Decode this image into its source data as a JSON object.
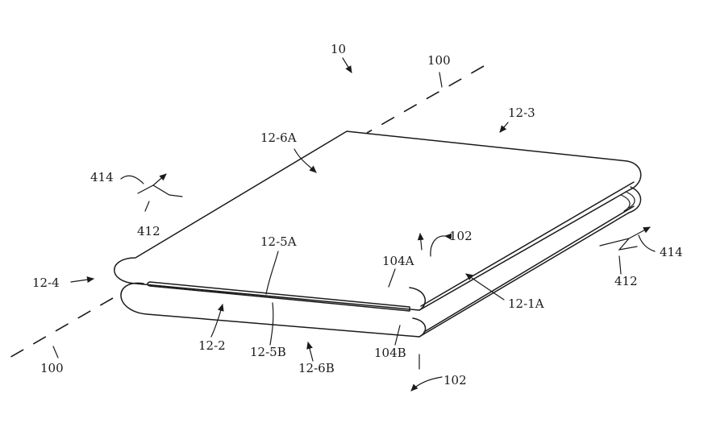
{
  "labels": {
    "device": "10",
    "axis_top": "100",
    "axis_bottom": "100",
    "side_3": "12-3",
    "face_6a": "12-6A",
    "arrow_414_left": "414",
    "bend_412_left": "412",
    "rotate_102_top": "102",
    "seam_5a": "12-5A",
    "edge_104a": "104A",
    "side_4": "12-4",
    "arrow_414_right": "414",
    "bend_412_right": "412",
    "edge_1a": "12-1A",
    "side_2": "12-2",
    "seam_5b": "12-5B",
    "edge_104b": "104B",
    "face_6b": "12-6B",
    "rotate_102_bottom": "102"
  }
}
